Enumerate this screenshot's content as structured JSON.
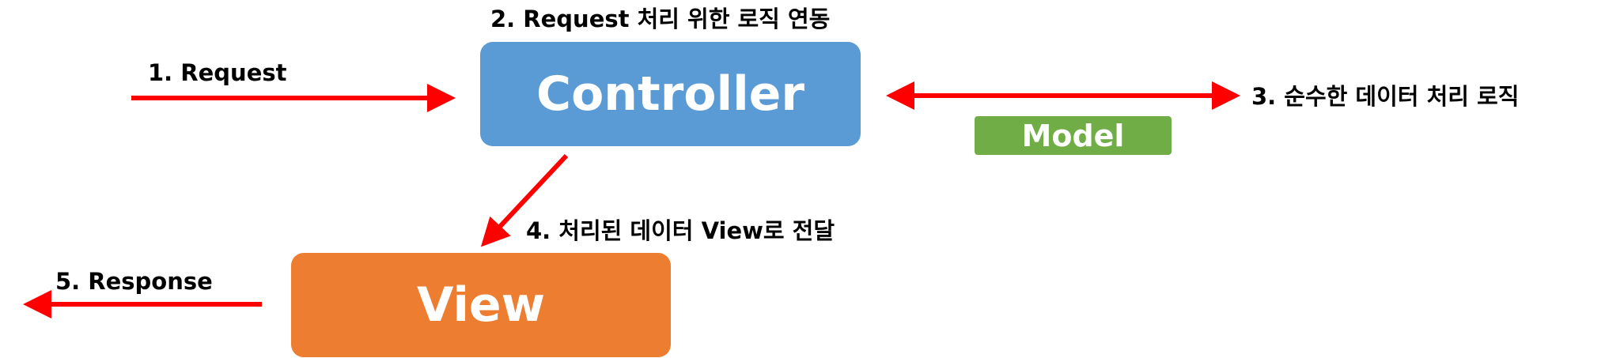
{
  "colors": {
    "controller": "#5b9bd5",
    "view": "#ed7d31",
    "model": "#70ad47",
    "arrow": "#ff0000",
    "text": "#000000"
  },
  "nodes": {
    "controller": "Controller",
    "view": "View",
    "model": "Model"
  },
  "steps": {
    "request": "1. Request",
    "controller_logic": "2. Request 처리 위한 로직 연동",
    "model_logic": "3. 순수한 데이터 처리 로직",
    "to_view": "4. 처리된 데이터 View로 전달",
    "response": "5. Response"
  }
}
